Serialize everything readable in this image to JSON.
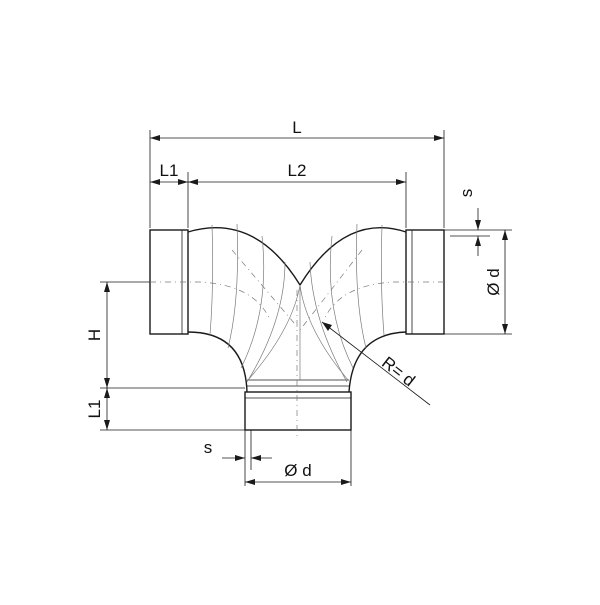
{
  "drawing": {
    "type": "technical-drawing",
    "subject": "double-radius branch fitting",
    "labels": {
      "L": "L",
      "L1_top": "L1",
      "L2": "L2",
      "s_right": "s",
      "d_right": "Ø d",
      "H": "H",
      "L1_left": "L1",
      "R": "R= d",
      "s_bottom": "s",
      "d_bottom": "Ø d"
    }
  }
}
